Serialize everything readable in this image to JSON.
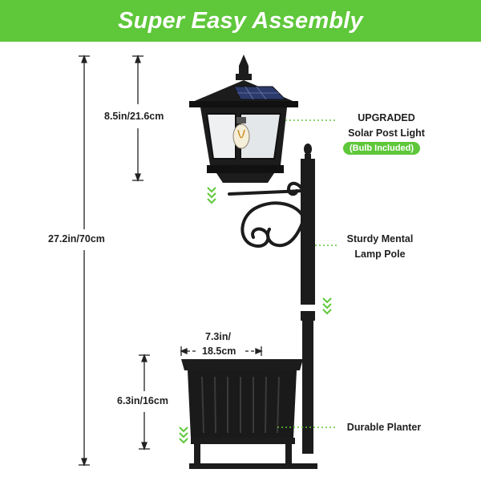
{
  "banner": {
    "title": "Super Easy Assembly"
  },
  "dimensions": {
    "total_height": "27.2in/70cm",
    "lantern_height": "8.5in/21.6cm",
    "planter_height": "6.3in/16cm",
    "planter_width_line1": "7.3in/",
    "planter_width_line2": "18.5cm"
  },
  "features": {
    "light_line1": "UPGRADED",
    "light_line2": "Solar Post Light",
    "light_badge": "(Bulb Included)",
    "pole_line1": "Sturdy Mental",
    "pole_line2": "Lamp Pole",
    "planter": "Durable Planter"
  },
  "colors": {
    "accent_green": "#5ec73a",
    "product_black": "#1c1c1c"
  }
}
